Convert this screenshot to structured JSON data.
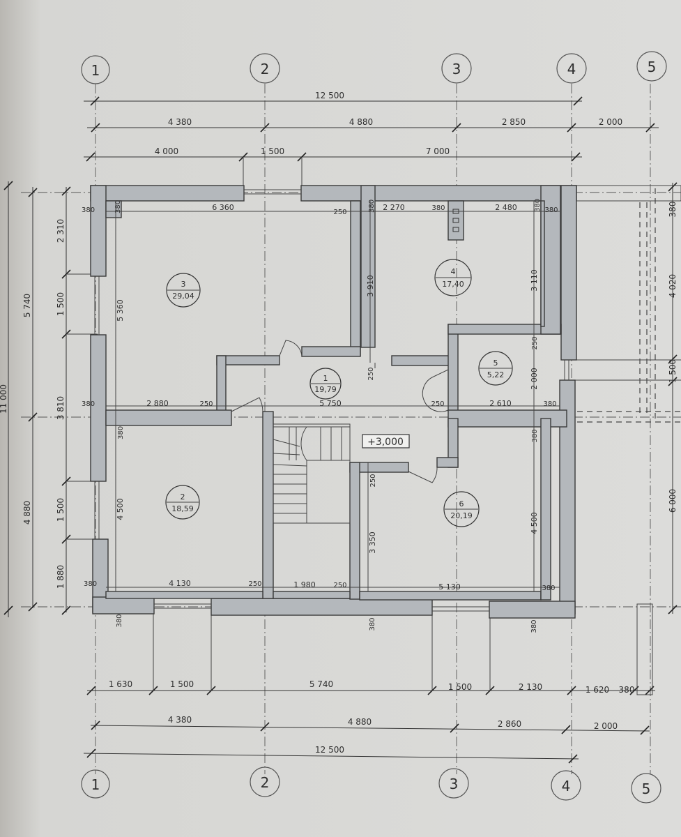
{
  "axes": [
    "1",
    "2",
    "3",
    "4",
    "5"
  ],
  "top_dims": {
    "overall": "12 500",
    "row1": [
      "4 380",
      "4 880",
      "2 850",
      "2 000"
    ],
    "row2": [
      "4 000",
      "1 500",
      "7 000"
    ]
  },
  "bottom_dims": {
    "row1": [
      "1 630",
      "1 500",
      "5 740",
      "1 500",
      "2 130",
      "1 620",
      "380"
    ],
    "row2": [
      "4 380",
      "4 880",
      "2 860",
      "2 000"
    ],
    "overall": "12 500"
  },
  "left_dims": {
    "outer": "11 000",
    "sections": [
      "5 740",
      "4 880"
    ],
    "inner": [
      "2 310",
      "1 500",
      "3 810",
      "1 500",
      "1 880"
    ]
  },
  "right_dims": [
    "4 020",
    "1 500",
    "6 000",
    "380"
  ],
  "rooms": [
    {
      "number": "1",
      "area": "19,79"
    },
    {
      "number": "2",
      "area": "18,59"
    },
    {
      "number": "3",
      "area": "29,04"
    },
    {
      "number": "4",
      "area": "17,40"
    },
    {
      "number": "5",
      "area": "5,22"
    },
    {
      "number": "6",
      "area": "20,19"
    }
  ],
  "level_mark": "+3,000",
  "interior_dims": {
    "room3_width": "6 360",
    "room3_height": "5 360",
    "room4_width_a": "2 270",
    "room4_width_b": "2 480",
    "room4_height_a": "3 910",
    "room4_height_b": "3 110",
    "corridor_width": "5 750",
    "room2_width": "2 880",
    "room2_height": "4 500",
    "room5_width": "2 610",
    "room5_height": "2 000",
    "room6_width": "5 130",
    "room6_height_a": "4 500",
    "room6_height_b": "3 350",
    "room2_bottom": "4 130",
    "stair_width": "1 980",
    "wall_250": "250",
    "wall_380": "380"
  }
}
